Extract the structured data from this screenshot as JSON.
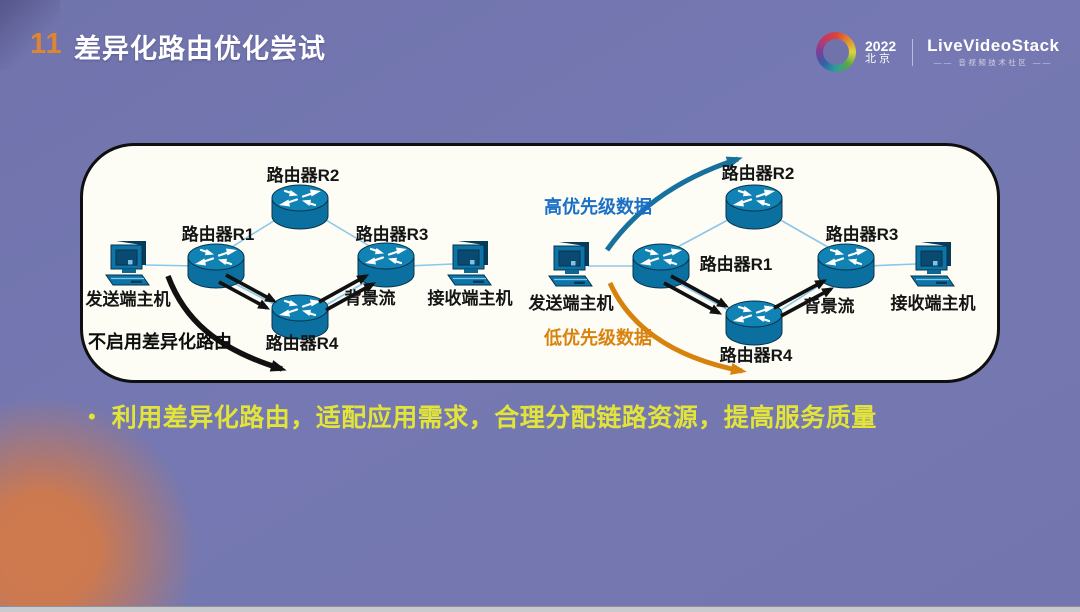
{
  "slide": {
    "number": "11",
    "title": "差异化路由优化尝试"
  },
  "header": {
    "year": "2022",
    "city": "北京",
    "brand": "LiveVideoStack",
    "brand_subtitle": "—— 音视频技术社区 ——"
  },
  "diagram": {
    "left": {
      "mode_label": "不启用差异化路由",
      "sender": "发送端主机",
      "receiver": "接收端主机",
      "router1": "路由器R1",
      "router2": "路由器R2",
      "router3": "路由器R3",
      "router4": "路由器R4",
      "background_flow": "背景流"
    },
    "right": {
      "high_priority_label": "高优先级数据",
      "low_priority_label": "低优先级数据",
      "sender": "发送端主机",
      "receiver": "接收端主机",
      "router1": "路由器R1",
      "router2": "路由器R2",
      "router3": "路由器R3",
      "router4": "路由器R4",
      "background_flow": "背景流"
    }
  },
  "bullet": {
    "text": "利用差异化路由，适配应用需求，合理分配链路资源，提高服务质量"
  },
  "icons": {
    "router": "router-cylinder-icon",
    "host": "desktop-computer-icon",
    "logo": "rainbow-ring-logo"
  },
  "colors": {
    "background_purple": "#7578b2",
    "slide_number_orange": "#e08432",
    "title_white": "#ffffff",
    "panel_background": "#fdfdf6",
    "router_blue": "#0c74a6",
    "link_light_blue": "#8cc6e9",
    "high_priority_blue": "#1a6fc6",
    "low_priority_orange": "#d9820e",
    "flow_arrow_black": "#111111",
    "bullet_yellow": "#e2e43a",
    "bottom_bar_gray": "#c9cacd"
  }
}
